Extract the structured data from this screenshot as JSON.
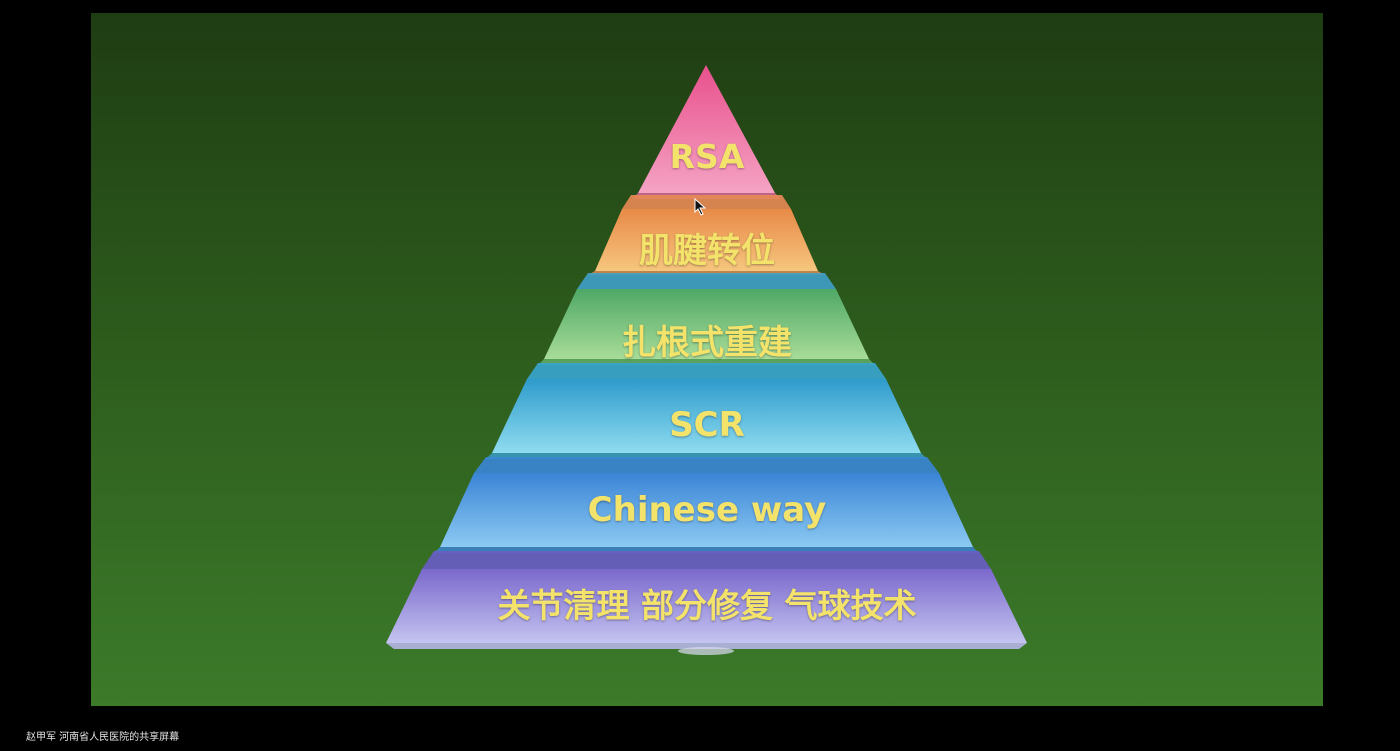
{
  "pyramid": {
    "layers": [
      {
        "label": "RSA",
        "color": "#e8609a"
      },
      {
        "label": "肌腱转位",
        "color": "#efa055"
      },
      {
        "label": "扎根式重建",
        "color": "#6fbf7a"
      },
      {
        "label": "SCR",
        "color": "#3fb0d8"
      },
      {
        "label": "Chinese way",
        "color": "#4a98e0"
      },
      {
        "label": "关节清理  部分修复 气球技术",
        "color": "#8a7ed8"
      }
    ],
    "label_color": "#f4e36a"
  },
  "footer": {
    "share_caption": "赵甲军 河南省人民医院的共享屏幕"
  }
}
